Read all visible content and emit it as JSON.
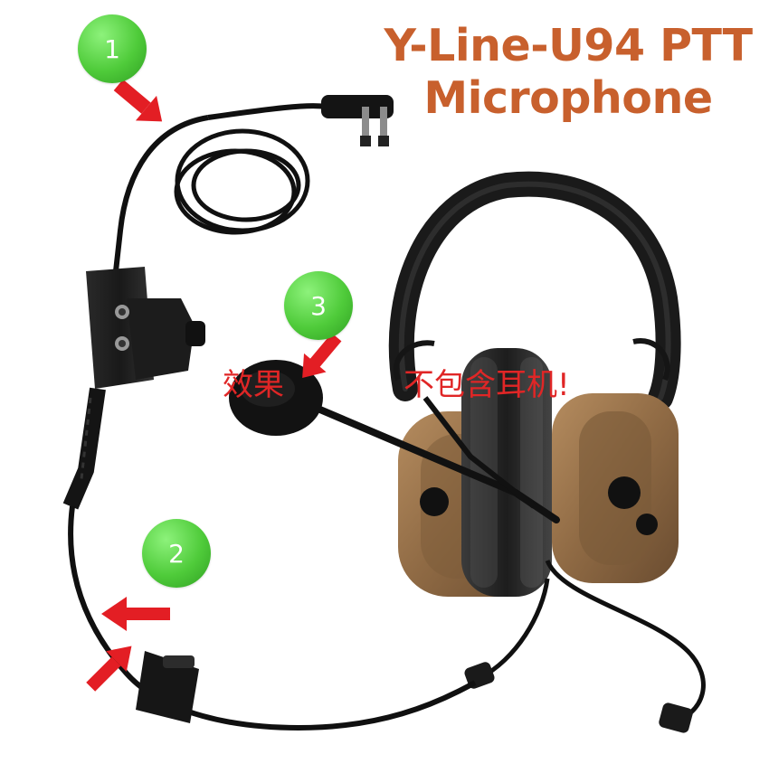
{
  "title": {
    "line1": "Y-Line-U94 PTT",
    "line2": "Microphone"
  },
  "badges": [
    {
      "label": "1"
    },
    {
      "label": "2"
    },
    {
      "label": "3"
    }
  ],
  "overlay_text": {
    "effect": "效果",
    "no_headset": "不包含耳机!"
  },
  "colors": {
    "title": "#c8602d",
    "badge": "#4fcb3a",
    "arrow": "#e31e24",
    "cable": "#101010",
    "earcup": "#8a6a45"
  }
}
